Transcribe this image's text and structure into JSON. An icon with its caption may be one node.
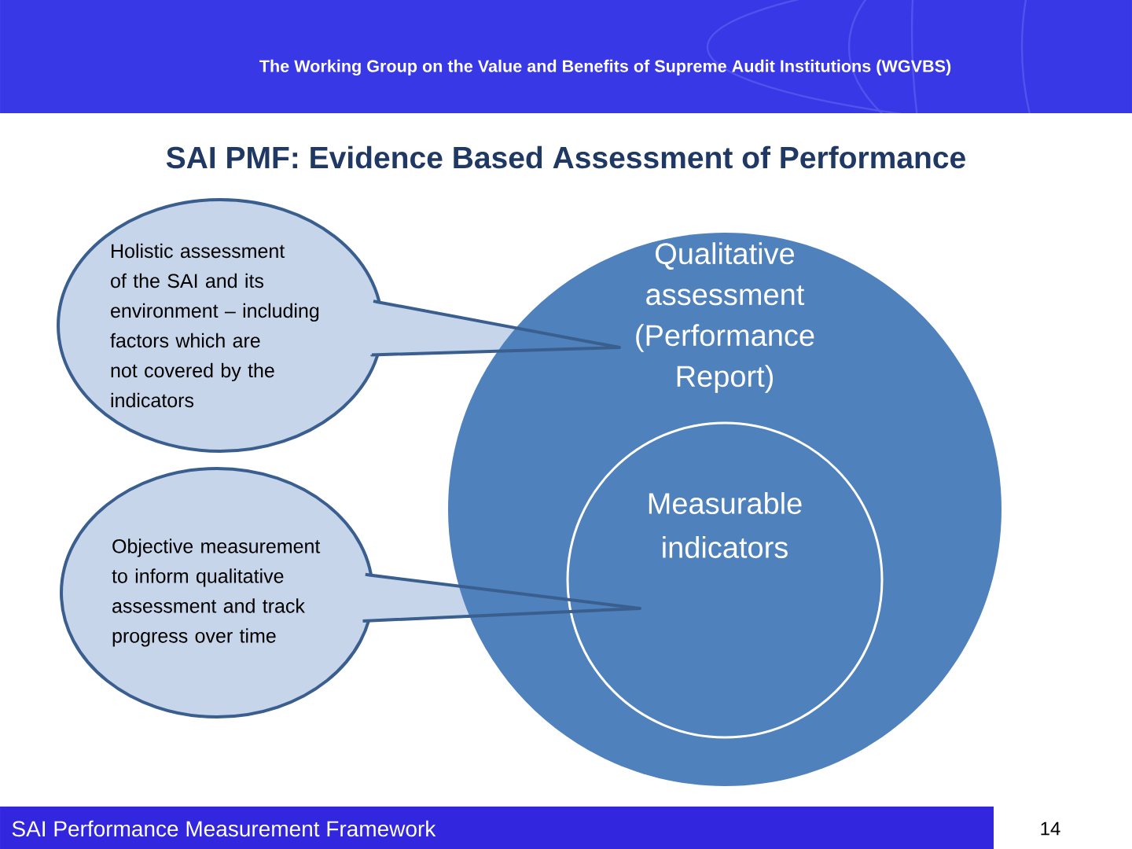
{
  "diagram": {
    "title": "SAI PMF: Evidence Based Assessment of Performance",
    "nodes": [
      {
        "text": [
          "Holistic assessment of the SAI and its environment – including factors which are not covered by the indicators"
        ]
      },
      {
        "text": [
          "Qualitative assessment (Performance Report)"
        ]
      },
      {
        "text": [
          "Measurable indicators"
        ],
        "in": 1
      },
      {
        "text": [
          "Objective measurement to inform qualitative assessment and track progress over time"
        ]
      }
    ],
    "edges": [
      {
        "from": 0,
        "to": 1,
        "arrow": "none"
      },
      {
        "from": 3,
        "to": 2,
        "arrow": "none"
      }
    ],
    "labels": [
      "The Working Group on the Value and Benefits of Supreme Audit Institutions (WGVBS)",
      "SAI Performance Measurement Framework",
      "14"
    ]
  }
}
